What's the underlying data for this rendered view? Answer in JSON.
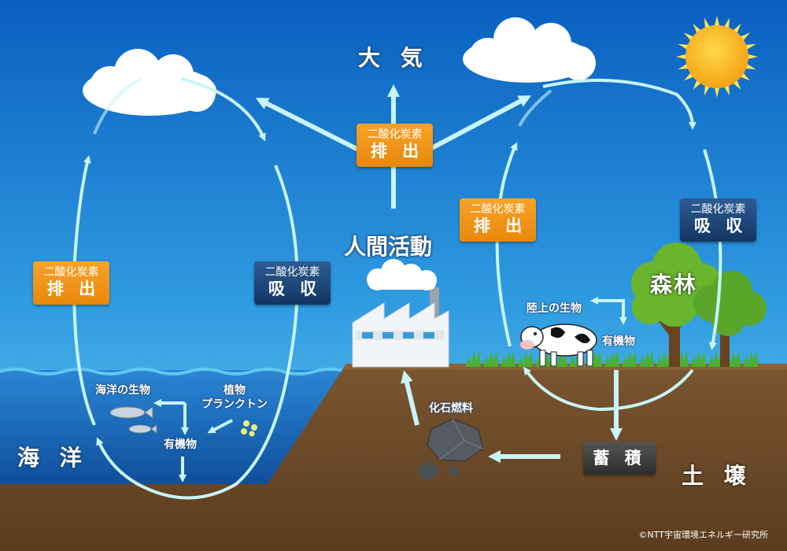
{
  "labels": {
    "atmosphere": "大 気",
    "human_activity": "人間活動",
    "forest": "森林",
    "ocean": "海 洋",
    "soil": "土 壌",
    "marine_life": "海洋の生物",
    "plankton_line1": "植物",
    "plankton_line2": "プランクトン",
    "organic_ocean": "有機物",
    "land_life": "陸上の生物",
    "organic_land": "有機物",
    "fossil_fuel": "化石燃料",
    "storage": "蓄 積"
  },
  "badges": {
    "co2": "二酸化炭素",
    "emit": "排 出",
    "absorb": "吸 収"
  },
  "copyright": "©NTT宇宙環境エネルギー研究所",
  "colors": {
    "sky_top": "#0a6bc9",
    "sky_bottom": "#5fc3ee",
    "ocean": "#1a6fc0",
    "soil": "#6b4a2a",
    "emit_badge": "#f29a1e",
    "absorb_badge": "#1e4a7e",
    "arrow": "#bdf3f5",
    "sun": "#f7b516"
  }
}
